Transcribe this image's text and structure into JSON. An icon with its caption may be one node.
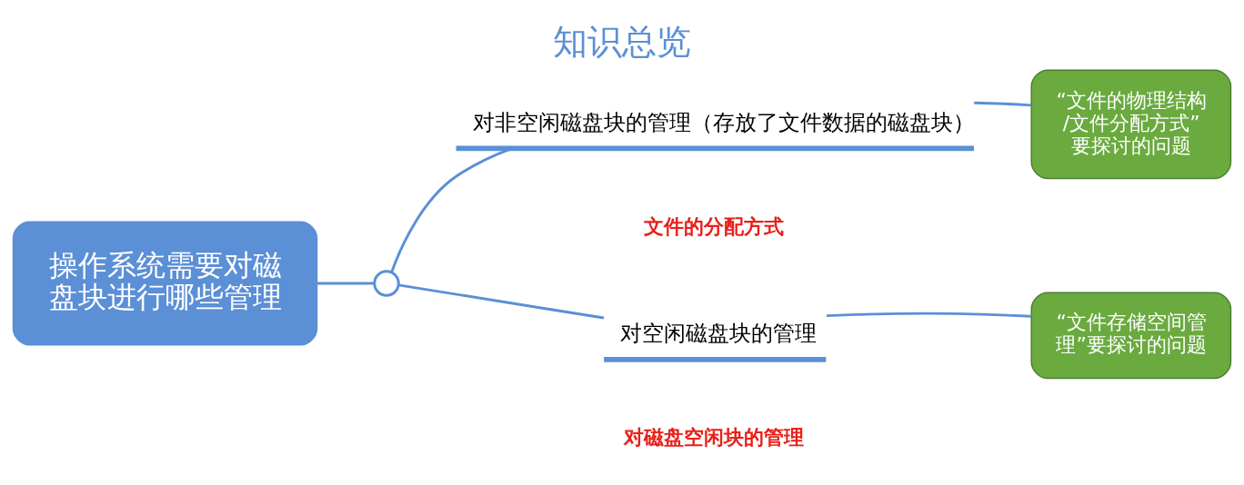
{
  "diagram": {
    "title": "知识总览",
    "nodes": [
      {
        "text": [
          "操作系统需要对磁盘块进行哪些管理"
        ]
      },
      {
        "text": [],
        "shape": "circle"
      },
      {
        "text": [
          "对非空闲磁盘块的管理（存放了文件数据的磁盘块）"
        ],
        "beside": [
          "文件的分配方式"
        ]
      },
      {
        "text": [
          "对空闲磁盘块的管理"
        ],
        "beside": [
          "对磁盘空闲块的管理"
        ]
      },
      {
        "text": [
          "“文件的物理结构/文件分配方式”要探讨的问题"
        ]
      },
      {
        "text": [
          "“文件存储空间管理”要探讨的问题"
        ]
      }
    ],
    "edges": [
      {
        "from": 0,
        "to": 1,
        "arrow": "none"
      },
      {
        "from": 1,
        "to": 2,
        "arrow": "none"
      },
      {
        "from": 1,
        "to": 3,
        "arrow": "none"
      },
      {
        "from": 4,
        "to": 2,
        "arrow": "none"
      },
      {
        "from": 5,
        "to": 3,
        "arrow": "none"
      }
    ]
  }
}
